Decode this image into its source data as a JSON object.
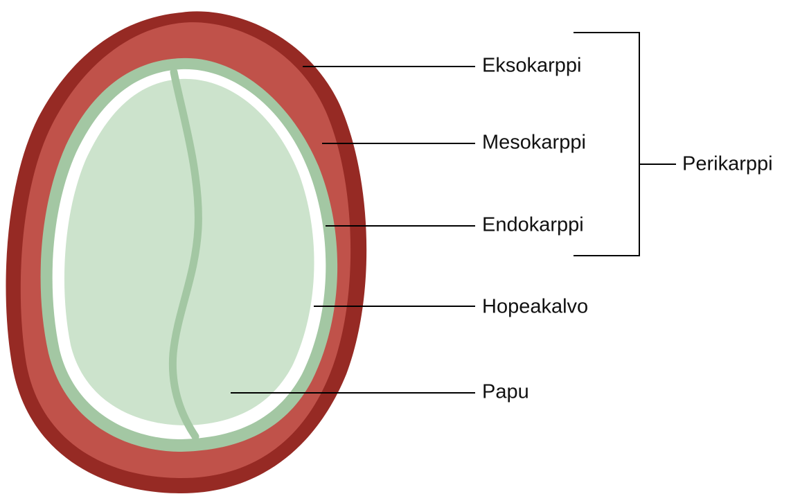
{
  "diagram": {
    "labels": {
      "eksokarppi": "Eksokarppi",
      "mesokarppi": "Mesokarppi",
      "endokarppi": "Endokarppi",
      "hopeakalvo": "Hopeakalvo",
      "papu": "Papu",
      "perikarppi": "Perikarppi"
    },
    "colors": {
      "exocarp": "#962a24",
      "mesocarp": "#c0524a",
      "endocarp": "#a3c7a3",
      "silverskin": "#ffffff",
      "bean": "#cce3cc",
      "bean_groove": "#a3c7a3",
      "lines": "#000000",
      "text": "#111111"
    }
  }
}
